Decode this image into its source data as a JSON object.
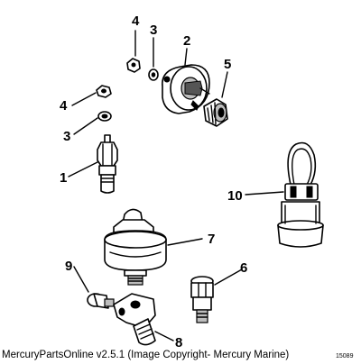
{
  "callouts": {
    "c1": "1",
    "c2": "2",
    "c3a": "3",
    "c3b": "3",
    "c4a": "4",
    "c4b": "4",
    "c5": "5",
    "c6": "6",
    "c7": "7",
    "c8": "8",
    "c9": "9",
    "c10": "10"
  },
  "caption": "MercuryPartsOnline v2.5.1 (Image Copyright- Mercury Marine)",
  "corner_code": "15089"
}
